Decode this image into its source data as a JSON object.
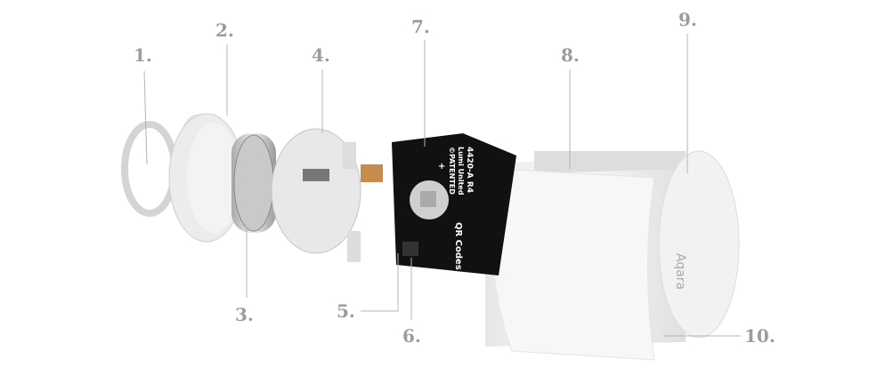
{
  "labels": [
    "1.",
    "2.",
    "3.",
    "4.",
    "5.",
    "6.",
    "7.",
    "8.",
    "9.",
    "10."
  ],
  "pcb": {
    "model": "4420-A R4",
    "maker": "Lumi United",
    "patent": "©PATENTED",
    "qr": "QR Codes",
    "plus": "+"
  },
  "brand_logo": "Aqara",
  "colors": {
    "label": "#9c9c9c",
    "pcb": "#111111",
    "housing": "#f4f4f4"
  }
}
